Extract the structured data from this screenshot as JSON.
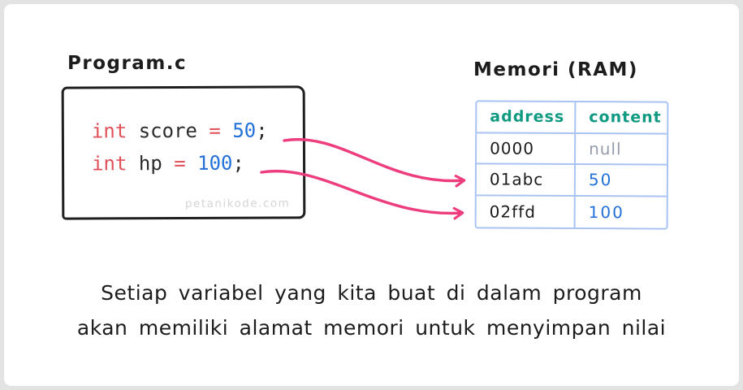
{
  "colors": {
    "frame-border": "#e3e3e3",
    "ink": "#1c1c1c",
    "keyword": "#e0515a",
    "number": "#2270d8",
    "code-text": "#2b2b2b",
    "muted-null": "#949cab",
    "table-border": "#a9c4f3",
    "table-header": "#119a82",
    "arrow": "#ed3d7f",
    "watermark": "#d5d5d5"
  },
  "program": {
    "title": "Program.c",
    "watermark": "petanikode.com",
    "line1": {
      "kw": "int",
      "name": " score ",
      "op": "=",
      "value": " 50",
      "end": ";"
    },
    "line2": {
      "kw": "int",
      "name": " hp ",
      "op": "=",
      "value": " 100",
      "end": ";"
    }
  },
  "memory": {
    "title": "Memori (RAM)",
    "columns": [
      "address",
      "content"
    ],
    "rows": [
      {
        "address": "0000",
        "content": "null"
      },
      {
        "address": "01abc",
        "content": "50"
      },
      {
        "address": "02ffd",
        "content": "100"
      }
    ]
  },
  "caption": {
    "line1": "Setiap variabel yang kita buat di dalam program",
    "line2": "akan memiliki alamat memori untuk menyimpan nilai"
  }
}
